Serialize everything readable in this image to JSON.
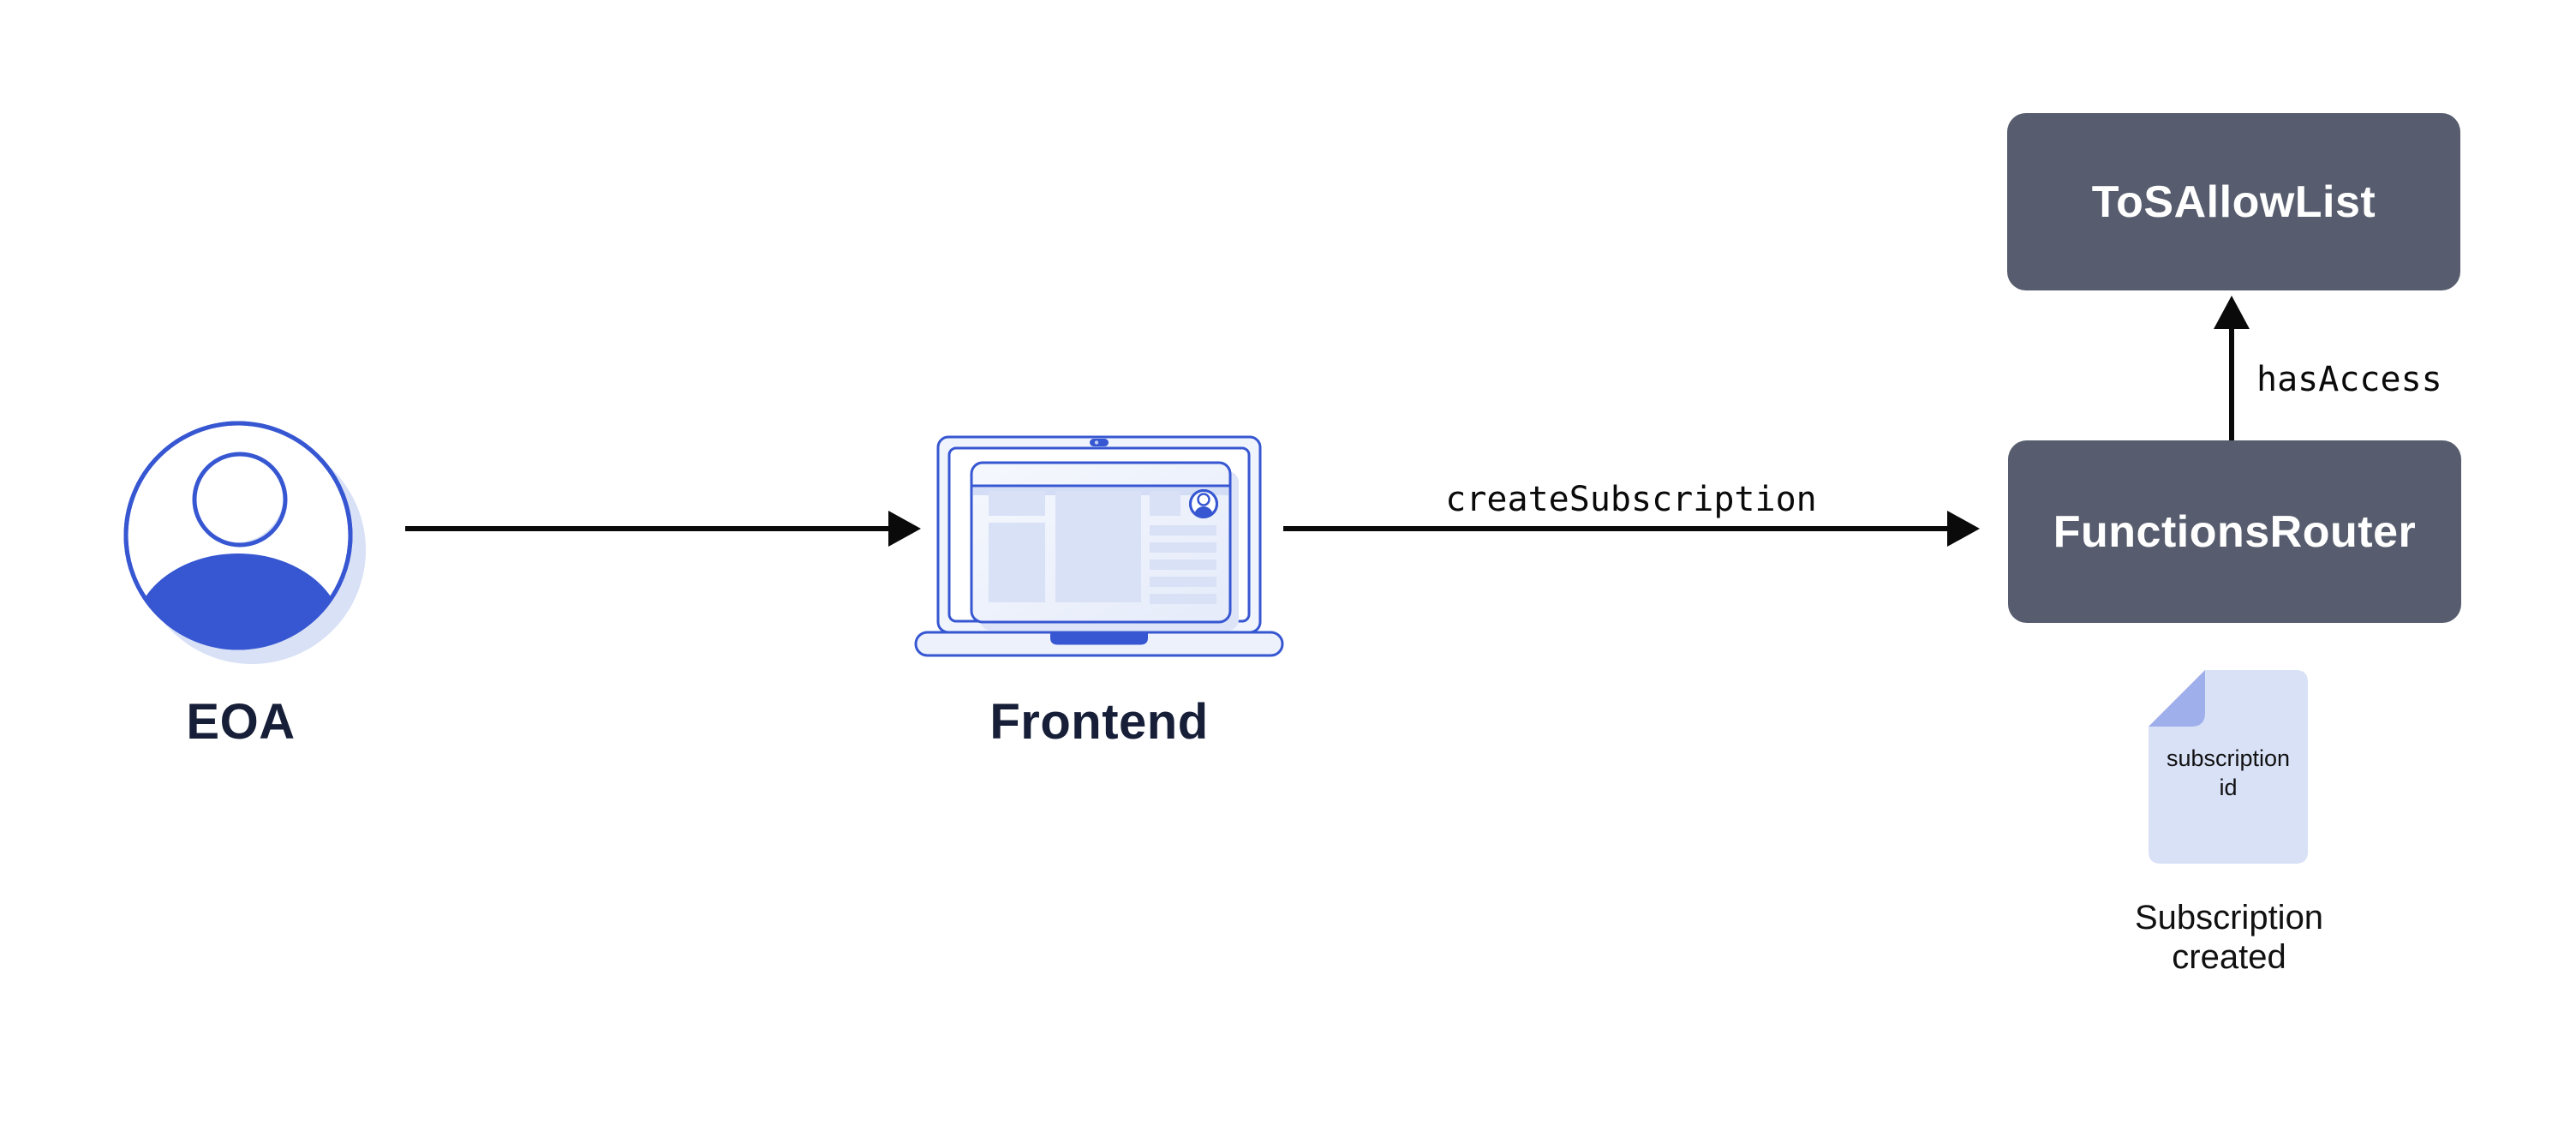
{
  "nodes": {
    "eoa": {
      "label": "EOA"
    },
    "frontend": {
      "label": "Frontend"
    },
    "functions_router": {
      "label": "FunctionsRouter"
    },
    "tos_allow_list": {
      "label": "ToSAllowList"
    }
  },
  "edges": {
    "frontend_to_router": {
      "label": "createSubscription"
    },
    "router_to_tos": {
      "label": "hasAccess"
    }
  },
  "artifact": {
    "doc_line1": "subscription",
    "doc_line2": "id",
    "caption_line1": "Subscription",
    "caption_line2": "created"
  },
  "colors": {
    "accent_blue": "#3757D2",
    "slate_box": "#575D6E",
    "light_periwinkle": "#D9E1F7",
    "band_periwinkle": "#D3DDF6",
    "fold_periwinkle": "#9EAFEC",
    "pale_fill": "#F0F4FC",
    "shadow_blue": "#DDE4F8",
    "navy_text": "#161E38",
    "arrow_black": "#0A0A0A",
    "white": "#FFFFFF"
  }
}
